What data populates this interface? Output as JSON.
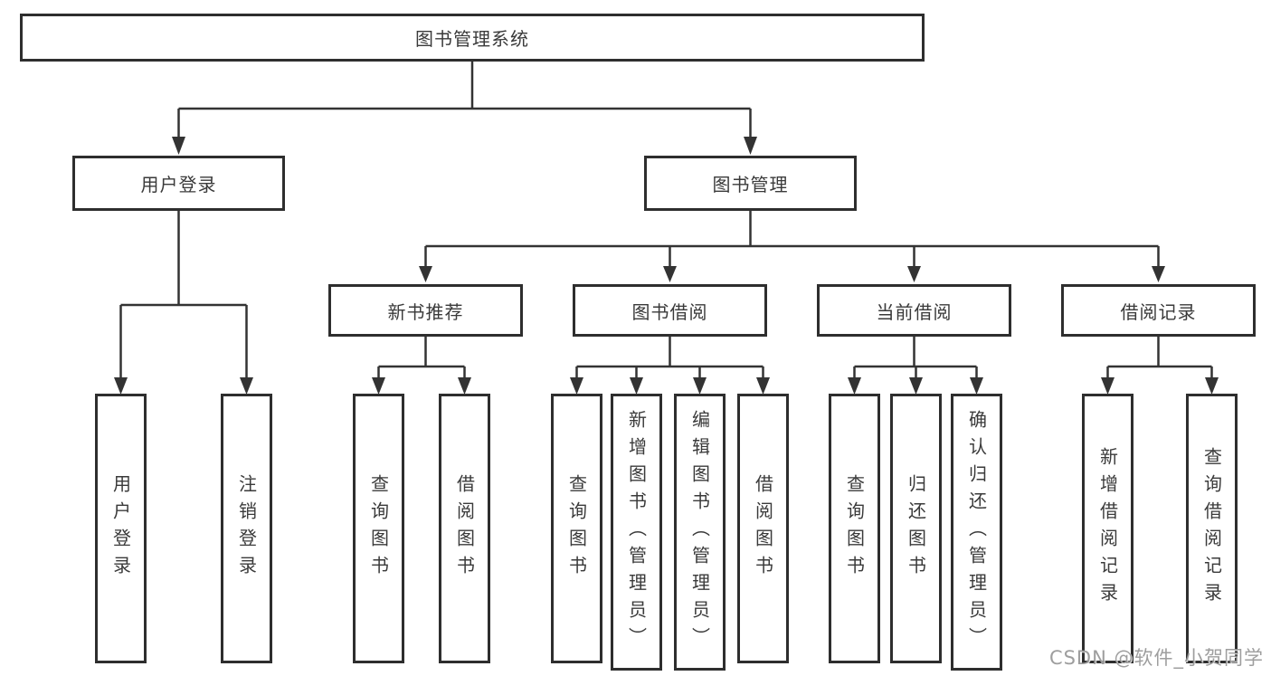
{
  "diagram": {
    "root": {
      "label": "图书管理系统"
    },
    "level2": [
      {
        "id": "user-login",
        "label": "用户登录"
      },
      {
        "id": "book-management",
        "label": "图书管理"
      }
    ],
    "level3": [
      {
        "id": "new-book-recommendation",
        "label": "新书推荐",
        "parent": "图书管理"
      },
      {
        "id": "book-borrowing",
        "label": "图书借阅",
        "parent": "图书管理"
      },
      {
        "id": "current-borrowing",
        "label": "当前借阅",
        "parent": "图书管理"
      },
      {
        "id": "borrowing-records",
        "label": "借阅记录",
        "parent": "图书管理"
      }
    ],
    "leaves": [
      {
        "label": "用户登录",
        "parent": "用户登录"
      },
      {
        "label": "注销登录",
        "parent": "用户登录"
      },
      {
        "label": "查询图书",
        "parent": "新书推荐"
      },
      {
        "label": "借阅图书",
        "parent": "新书推荐"
      },
      {
        "label": "查询图书",
        "parent": "图书借阅"
      },
      {
        "label": "新增图书（管理员）",
        "parent": "图书借阅"
      },
      {
        "label": "编辑图书（管理员）",
        "parent": "图书借阅"
      },
      {
        "label": "借阅图书",
        "parent": "图书借阅"
      },
      {
        "label": "查询图书",
        "parent": "当前借阅"
      },
      {
        "label": "归还图书",
        "parent": "当前借阅"
      },
      {
        "label": "确认归还（管理员）",
        "parent": "当前借阅"
      },
      {
        "label": "新增借阅记录",
        "parent": "借阅记录"
      },
      {
        "label": "查询借阅记录",
        "parent": "借阅记录"
      }
    ]
  },
  "watermark": {
    "text": "CSDN @软件_小贺同学"
  },
  "colors": {
    "line": "#333333",
    "box_border": "#2e2e2e",
    "text": "#3a3a3a",
    "background": "#ffffff",
    "watermark": "#949494"
  }
}
